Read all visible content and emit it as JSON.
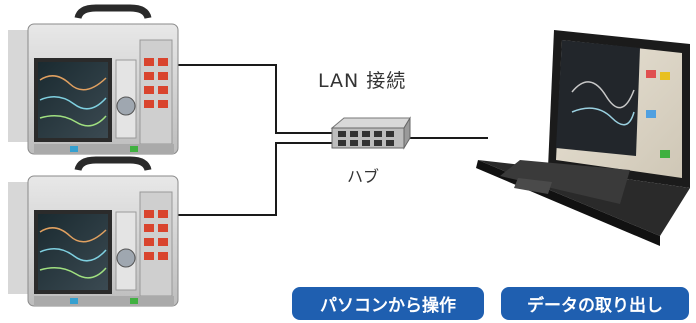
{
  "labels": {
    "lan": "LAN 接続",
    "hub": "ハブ"
  },
  "buttons": {
    "pc_operation": "パソコンから操作",
    "data_extraction": "データの取り出し"
  },
  "colors": {
    "button_blue": "#1f5fb0",
    "cable": "#1a1a1a"
  },
  "devices": {
    "recorders": 2,
    "hub": 1,
    "laptop": 1
  }
}
